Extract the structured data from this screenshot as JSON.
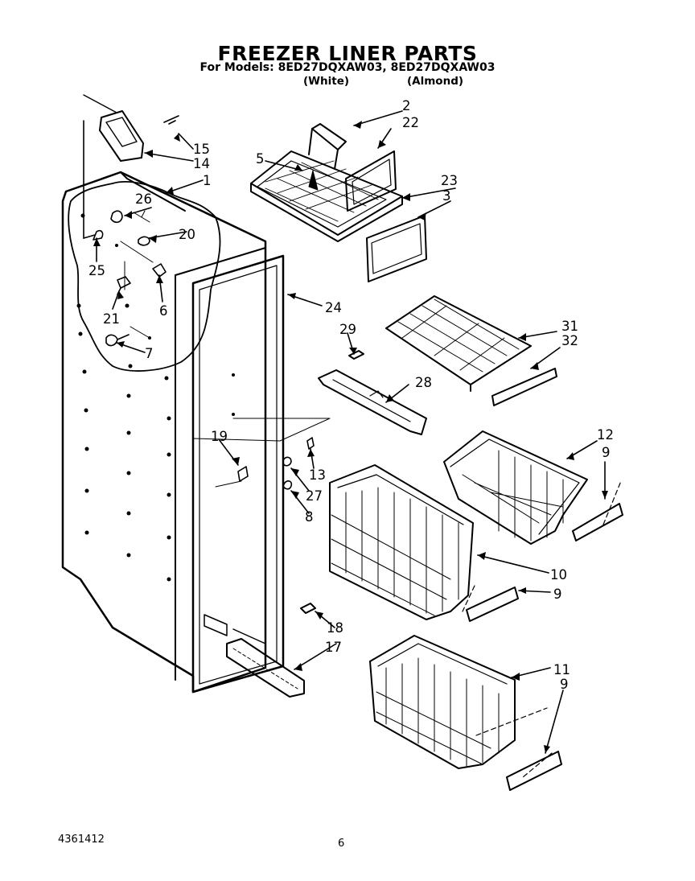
{
  "title": "FREEZER LINER PARTS",
  "models_line": "For Models: 8ED27DQXAW03, 8ED27DQXAW03",
  "color_white": "(White)",
  "color_almond": "(Almond)",
  "document_number": "4361412",
  "page_number": "6",
  "callouts": {
    "c1": "1",
    "c2": "2",
    "c3": "3",
    "c5": "5",
    "c6": "6",
    "c7": "7",
    "c8": "8",
    "c9a": "9",
    "c9b": "9",
    "c9c": "9",
    "c10": "10",
    "c11": "11",
    "c12": "12",
    "c13": "13",
    "c14": "14",
    "c15": "15",
    "c17": "17",
    "c18": "18",
    "c19": "19",
    "c20": "20",
    "c21": "21",
    "c22": "22",
    "c23": "23",
    "c24": "24",
    "c25": "25",
    "c26": "26",
    "c27": "27",
    "c28": "28",
    "c29": "29",
    "c31": "31",
    "c32": "32"
  }
}
